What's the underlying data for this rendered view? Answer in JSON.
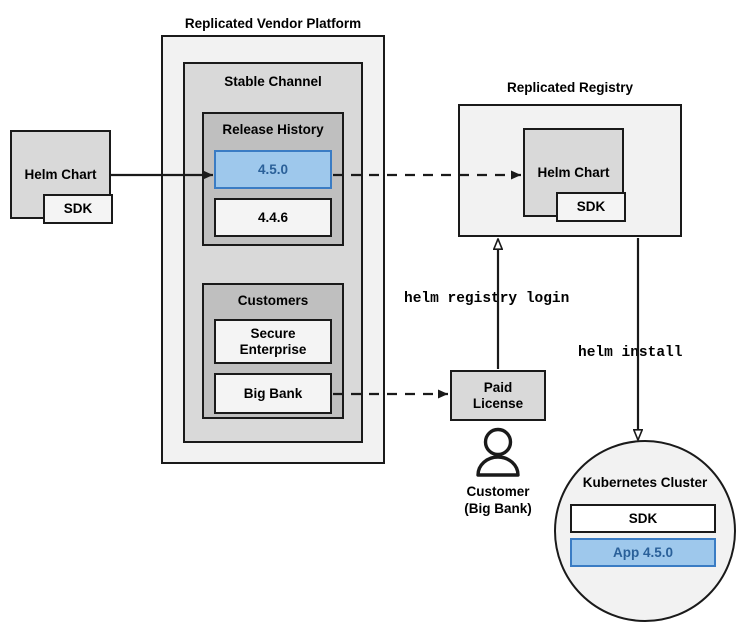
{
  "diagram": {
    "title_vendor_platform": "Replicated Vendor Platform",
    "title_registry": "Replicated Registry",
    "colors": {
      "accent_blue_fill": "#9ec8ec",
      "accent_blue_border": "#3a7cc4",
      "accent_blue_text": "#2a6099",
      "platform_fill": "#f2f2f2",
      "channel_fill": "#d9d9d9",
      "group_fill": "#bfbfbf",
      "item_fill": "#f4f4f4",
      "chart_fill": "#d9d9d9",
      "stroke": "#1a1a1a"
    }
  },
  "helm_chart_source": {
    "label": "Helm Chart",
    "sdk_label": "SDK"
  },
  "vendor_platform": {
    "label": "Replicated Vendor Platform",
    "stable_channel": {
      "label": "Stable Channel",
      "release_history": {
        "label": "Release History",
        "releases": [
          {
            "version": "4.5.0",
            "highlighted": true
          },
          {
            "version": "4.4.6",
            "highlighted": false
          }
        ]
      },
      "customers": {
        "label": "Customers",
        "entries": [
          {
            "name": "Secure\nEnterprise",
            "line1": "Secure",
            "line2": "Enterprise"
          },
          {
            "name": "Big Bank",
            "line1": "Big Bank",
            "line2": ""
          }
        ]
      }
    }
  },
  "registry": {
    "label": "Replicated Registry",
    "helm_chart_label": "Helm Chart",
    "sdk_label": "SDK"
  },
  "license": {
    "line1": "Paid",
    "line2": "License"
  },
  "customer_actor": {
    "icon": "person-icon",
    "line1": "Customer",
    "line2": "(Big Bank)"
  },
  "commands": {
    "registry_login": "helm registry login",
    "install": "helm install"
  },
  "cluster": {
    "label": "Kubernetes Cluster",
    "items": [
      {
        "label": "SDK",
        "highlighted": false
      },
      {
        "label": "App 4.5.0",
        "highlighted": true
      }
    ]
  }
}
